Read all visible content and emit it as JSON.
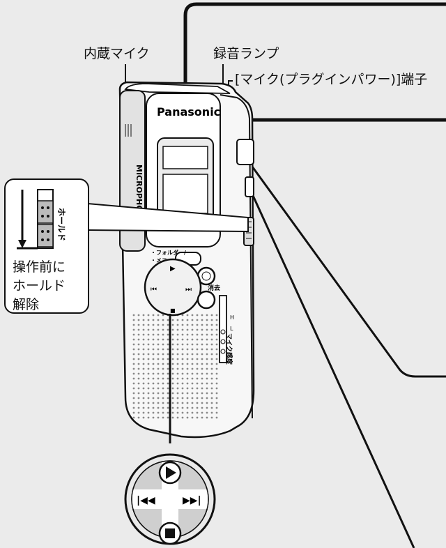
{
  "labels": {
    "builtin_mic": "内蔵マイク",
    "rec_lamp": "録音ランプ",
    "mic_jack": "[マイク(プラグインパワー)]端子"
  },
  "brand": "Panasonic",
  "microphone_text": "MICROPHONE",
  "hold_callout": {
    "switch_label": "ホールド",
    "instruction_lines": [
      "操作前に",
      "ホールド",
      "解除"
    ]
  },
  "device_labels": {
    "folder_menu": "・フォルダー/・メニュー",
    "erase": "消去",
    "mic_sensitivity": "マイク感度",
    "sens_h": "H",
    "sens_l": "L"
  },
  "dial_symbols": {
    "play": "▶",
    "rewind": "⏮",
    "forward": "⏭",
    "stop": "■"
  }
}
